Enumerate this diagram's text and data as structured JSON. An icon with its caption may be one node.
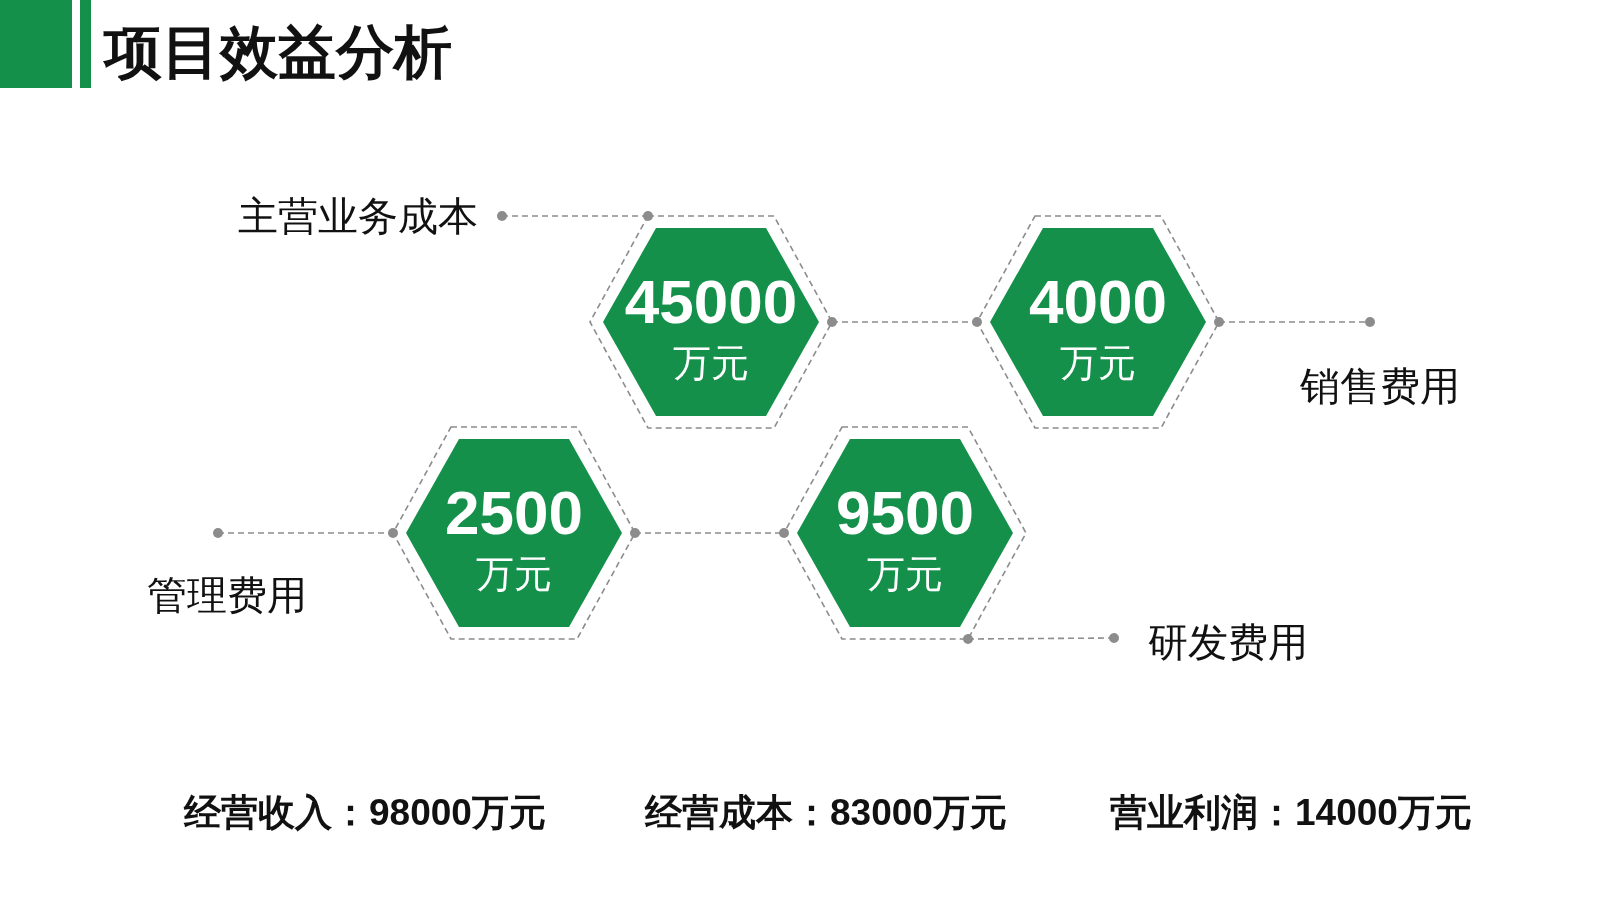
{
  "diagram": {
    "title": "项目效益分析",
    "nodes": [
      {
        "text": [
          "主营业务成本"
        ]
      },
      {
        "text": [
          "45000",
          "万元"
        ]
      },
      {
        "text": [
          "4000",
          "万元"
        ]
      },
      {
        "text": [
          "销售费用"
        ]
      },
      {
        "text": [
          "管理费用"
        ]
      },
      {
        "text": [
          "2500",
          "万元"
        ]
      },
      {
        "text": [
          "9500",
          "万元"
        ]
      },
      {
        "text": [
          "研发费用"
        ]
      }
    ],
    "edges": [
      {
        "from": 0,
        "to": 1,
        "arrow": "other",
        "style": "dashed"
      },
      {
        "from": 1,
        "to": 2,
        "arrow": "other",
        "style": "dashed"
      },
      {
        "from": 2,
        "to": 3,
        "arrow": "other",
        "style": "dashed"
      },
      {
        "from": 4,
        "to": 5,
        "arrow": "other",
        "style": "dashed"
      },
      {
        "from": 5,
        "to": 6,
        "arrow": "other",
        "style": "dashed"
      },
      {
        "from": 6,
        "to": 7,
        "arrow": "other",
        "style": "dashed"
      }
    ],
    "labels": [
      "经营收入：98000万元",
      "经营成本：83000万元",
      "营业利润：14000万元"
    ]
  }
}
